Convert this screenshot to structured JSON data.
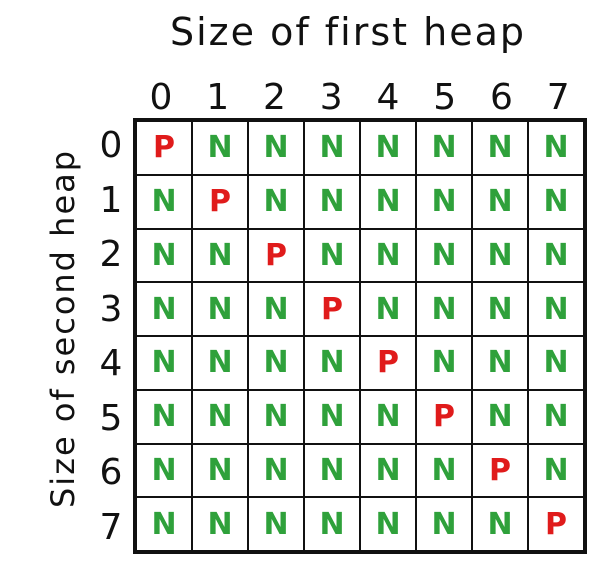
{
  "title": "Size of first heap",
  "side_title": "Size of second heap",
  "columns": [
    "0",
    "1",
    "2",
    "3",
    "4",
    "5",
    "6",
    "7"
  ],
  "rows": [
    "0",
    "1",
    "2",
    "3",
    "4",
    "5",
    "6",
    "7"
  ],
  "cells": [
    [
      "P",
      "N",
      "N",
      "N",
      "N",
      "N",
      "N",
      "N"
    ],
    [
      "N",
      "P",
      "N",
      "N",
      "N",
      "N",
      "N",
      "N"
    ],
    [
      "N",
      "N",
      "P",
      "N",
      "N",
      "N",
      "N",
      "N"
    ],
    [
      "N",
      "N",
      "N",
      "P",
      "N",
      "N",
      "N",
      "N"
    ],
    [
      "N",
      "N",
      "N",
      "N",
      "P",
      "N",
      "N",
      "N"
    ],
    [
      "N",
      "N",
      "N",
      "N",
      "N",
      "P",
      "N",
      "N"
    ],
    [
      "N",
      "N",
      "N",
      "N",
      "N",
      "N",
      "P",
      "N"
    ],
    [
      "N",
      "N",
      "N",
      "N",
      "N",
      "N",
      "N",
      "P"
    ]
  ],
  "colors": {
    "N": "#2fa13b",
    "P": "#e01b1b"
  }
}
